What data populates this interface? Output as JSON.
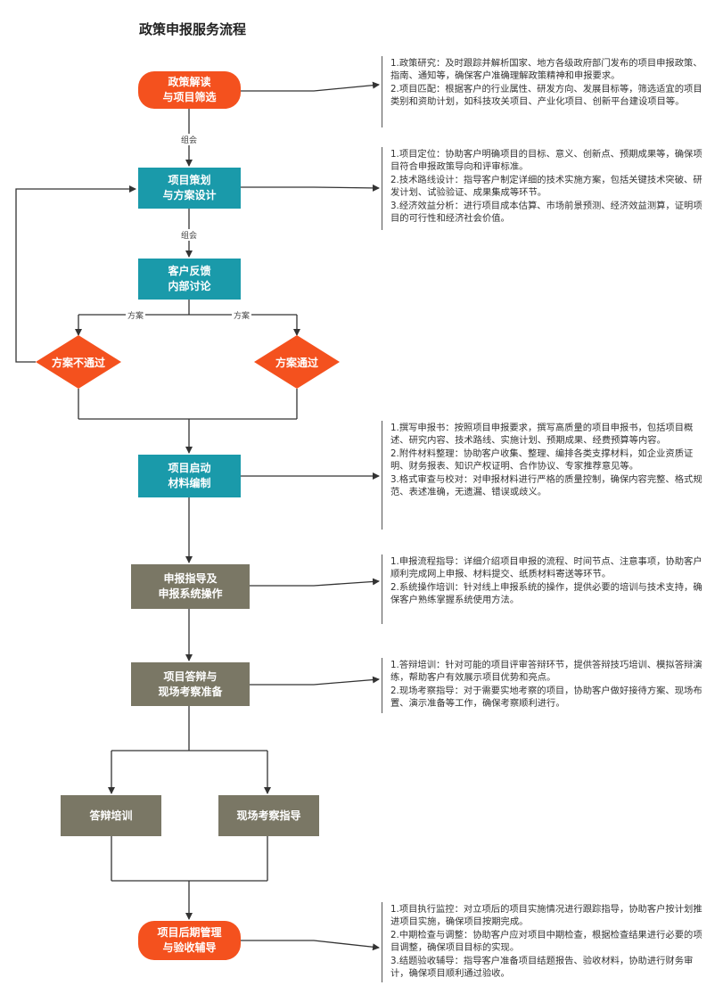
{
  "title": "政策申报服务流程",
  "nodes": {
    "policy": "政策解读\n与项目筛选",
    "planning": "项目策划\n与方案设计",
    "feedback": "客户反馈\n内部讨论",
    "reject": "方案不通过",
    "approve": "方案通过",
    "launch": "项目启动\n材料编制",
    "guidance": "申报指导及\n申报系统操作",
    "defense": "项目答辩与\n现场考察准备",
    "defense_training": "答辩培训",
    "site_guidance": "现场考察指导",
    "post": "项目后期管理\n与验收辅导"
  },
  "edge_labels": {
    "organize1": "组会",
    "organize2": "组会",
    "plan_left": "方案",
    "plan_right": "方案"
  },
  "notes": {
    "policy": [
      "1.政策研究：及时跟踪并解析国家、地方各级政府部门发布的项目申报政策、指南、通知等，确保客户准确理解政策精神和申报要求。",
      "2.项目匹配：根据客户的行业属性、研发方向、发展目标等，筛选适宜的项目类别和资助计划，如科技攻关项目、产业化项目、创新平台建设项目等。"
    ],
    "planning": [
      "1.项目定位：协助客户明确项目的目标、意义、创新点、预期成果等，确保项目符合申报政策导向和评审标准。",
      "2.技术路线设计：指导客户制定详细的技术实施方案，包括关键技术突破、研发计划、试验验证、成果集成等环节。",
      "3.经济效益分析：进行项目成本估算、市场前景预测、经济效益测算，证明项目的可行性和经济社会价值。"
    ],
    "launch": [
      "1.撰写申报书：按照项目申报要求，撰写高质量的项目申报书，包括项目概述、研究内容、技术路线、实施计划、预期成果、经费预算等内容。",
      "2.附件材料整理：协助客户收集、整理、编排各类支撑材料，如企业资质证明、财务报表、知识产权证明、合作协议、专家推荐意见等。",
      "3.格式审查与校对：对申报材料进行严格的质量控制，确保内容完整、格式规范、表述准确，无遗漏、错误或歧义。"
    ],
    "guidance": [
      "1.申报流程指导：详细介绍项目申报的流程、时间节点、注意事项，协助客户顺利完成网上申报、材料提交、纸质材料寄送等环节。",
      "2.系统操作培训：针对线上申报系统的操作，提供必要的培训与技术支持，确保客户熟练掌握系统使用方法。"
    ],
    "defense": [
      "1.答辩培训：针对可能的项目评审答辩环节，提供答辩技巧培训、模拟答辩演练，帮助客户有效展示项目优势和亮点。",
      "2.现场考察指导：对于需要实地考察的项目，协助客户做好接待方案、现场布置、演示准备等工作，确保考察顺利进行。"
    ],
    "post": [
      "1.项目执行监控：对立项后的项目实施情况进行跟踪指导，协助客户按计划推进项目实施，确保项目按期完成。",
      "2.中期检查与调整：协助客户应对项目中期检查，根据检查结果进行必要的项目调整，确保项目目标的实现。",
      "3.结题验收辅导：指导客户准备项目结题报告、验收材料，协助进行财务审计，确保项目顺利通过验收。"
    ]
  },
  "colors": {
    "pill": "#f4511e",
    "teal": "#1a9aaa",
    "gray": "#7a7765",
    "diamond": "#f4511e"
  }
}
